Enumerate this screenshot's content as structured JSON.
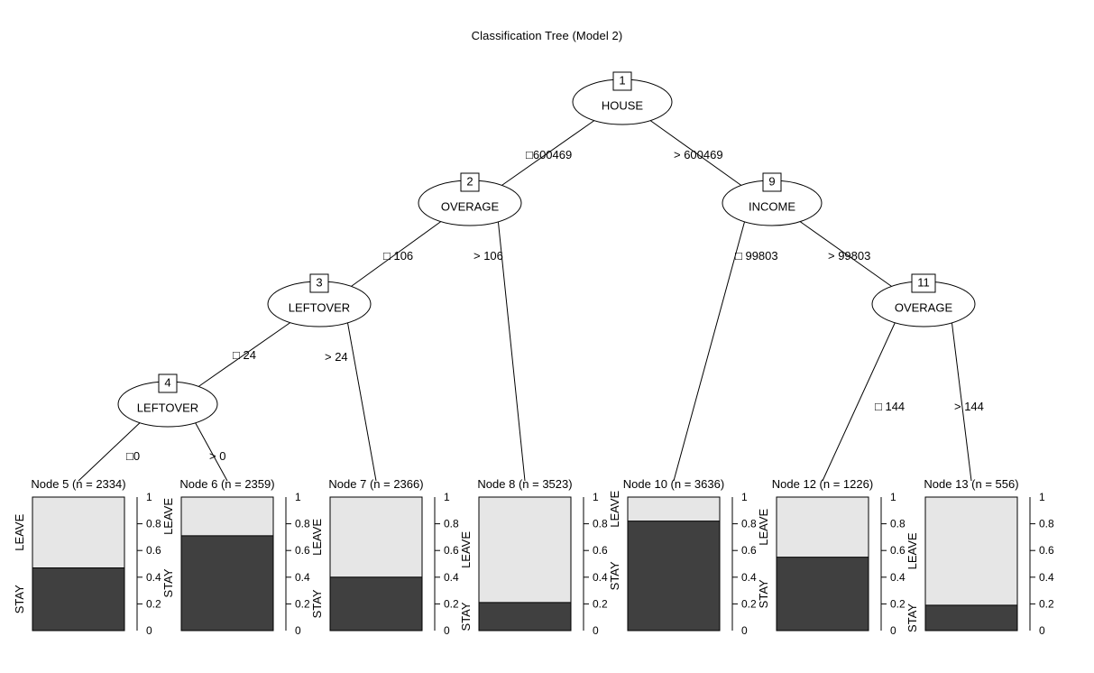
{
  "chart_data": {
    "type": "tree",
    "title": "Classification Tree (Model 2)",
    "class_labels": [
      "LEAVE",
      "STAY"
    ],
    "axis_ticks": [
      "0",
      "0.2",
      "0.4",
      "0.6",
      "0.8",
      "1"
    ],
    "ylim": [
      0,
      1
    ],
    "colors": {
      "leave": "#e6e6e6",
      "stay": "#404040",
      "stroke": "#000000",
      "background": "#ffffff"
    },
    "inner_nodes": [
      {
        "id": "1",
        "label": "HOUSE",
        "left_edge": "□600469",
        "right_edge": "> 600469"
      },
      {
        "id": "2",
        "label": "OVERAGE",
        "left_edge": "□ 106",
        "right_edge": "> 106"
      },
      {
        "id": "9",
        "label": "INCOME",
        "left_edge": "□ 99803",
        "right_edge": "> 99803"
      },
      {
        "id": "3",
        "label": "LEFTOVER",
        "left_edge": "□ 24",
        "right_edge": "> 24"
      },
      {
        "id": "11",
        "label": "OVERAGE",
        "left_edge": "□ 144",
        "right_edge": "> 144"
      },
      {
        "id": "4",
        "label": "LEFTOVER",
        "left_edge": "□0",
        "right_edge": "> 0"
      }
    ],
    "leaves": [
      {
        "id": "5",
        "title": "Node 5 (n = 2334)",
        "n": 2334,
        "stay": 0.47,
        "leave": 0.53
      },
      {
        "id": "6",
        "title": "Node 6 (n = 2359)",
        "n": 2359,
        "stay": 0.71,
        "leave": 0.29
      },
      {
        "id": "7",
        "title": "Node 7 (n = 2366)",
        "n": 2366,
        "stay": 0.4,
        "leave": 0.6
      },
      {
        "id": "8",
        "title": "Node 8 (n = 3523)",
        "n": 3523,
        "stay": 0.21,
        "leave": 0.79
      },
      {
        "id": "10",
        "title": "Node 10 (n = 3636)",
        "n": 3636,
        "stay": 0.82,
        "leave": 0.18
      },
      {
        "id": "12",
        "title": "Node 12 (n = 1226)",
        "n": 1226,
        "stay": 0.55,
        "leave": 0.45
      },
      {
        "id": "13",
        "title": "Node 13 (n = 556)",
        "n": 556,
        "stay": 0.19,
        "leave": 0.81
      }
    ]
  }
}
